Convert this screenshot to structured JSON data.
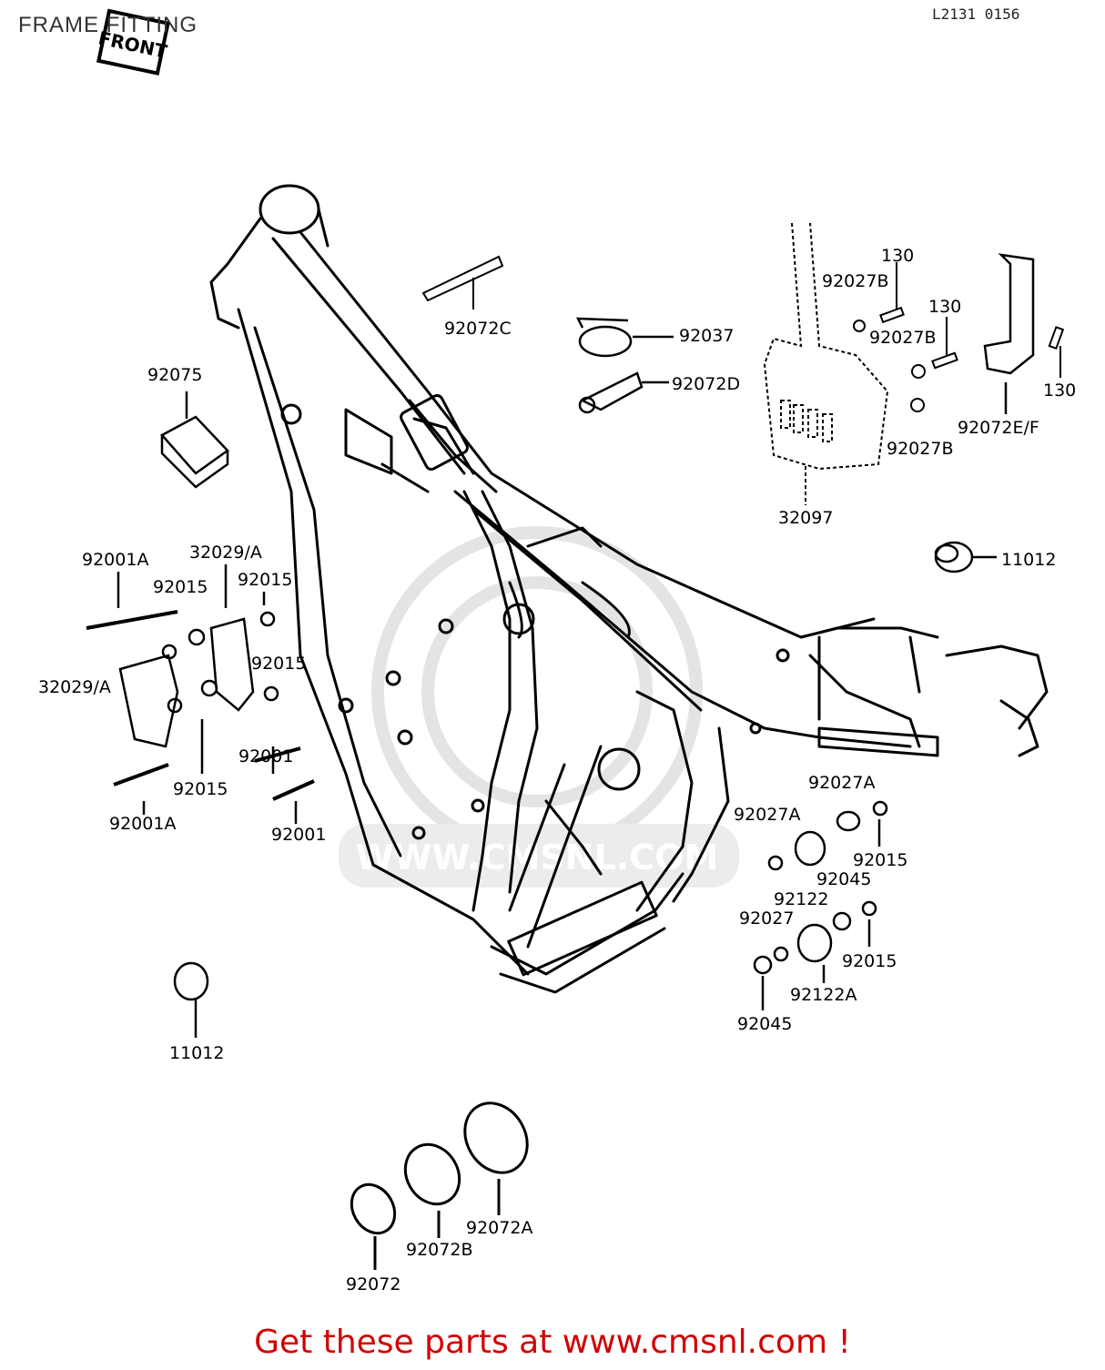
{
  "header": {
    "title": "FRAME FITTING",
    "code": "L2131 0156",
    "front_badge": "FRONT"
  },
  "watermark": "WWW.CMSNL.COM",
  "parts": {
    "p92072C": "92072C",
    "p92037": "92037",
    "p92072D": "92072D",
    "p92075": "92075",
    "p130a": "130",
    "p92027B_a": "92027B",
    "p130b": "130",
    "p92027B_b": "92027B",
    "p130c": "130",
    "p92027B_c": "92027B",
    "p92072EF": "92072E/F",
    "p32097": "32097",
    "p11012_r": "11012",
    "p92001A_t": "92001A",
    "p32029A_t": "32029/A",
    "p92015_a": "92015",
    "p92015_b": "92015",
    "p92015_c": "92015",
    "p32029A_l": "32029/A",
    "p92001_a": "92001",
    "p92015_d": "92015",
    "p92001A_b": "92001A",
    "p92001_b": "92001",
    "p92027A_a": "92027A",
    "p92027A_b": "92027A",
    "p92015_e": "92015",
    "p92045_a": "92045",
    "p92122": "92122",
    "p92027": "92027",
    "p92015_f": "92015",
    "p92122A": "92122A",
    "p92045_b": "92045",
    "p11012_l": "11012",
    "p92072A": "92072A",
    "p92072B": "92072B",
    "p92072": "92072"
  },
  "footer": "Get these parts at www.cmsnl.com !",
  "colors": {
    "footer": "#d10000",
    "ink": "#000000",
    "watermark": "#e6e6e6"
  }
}
